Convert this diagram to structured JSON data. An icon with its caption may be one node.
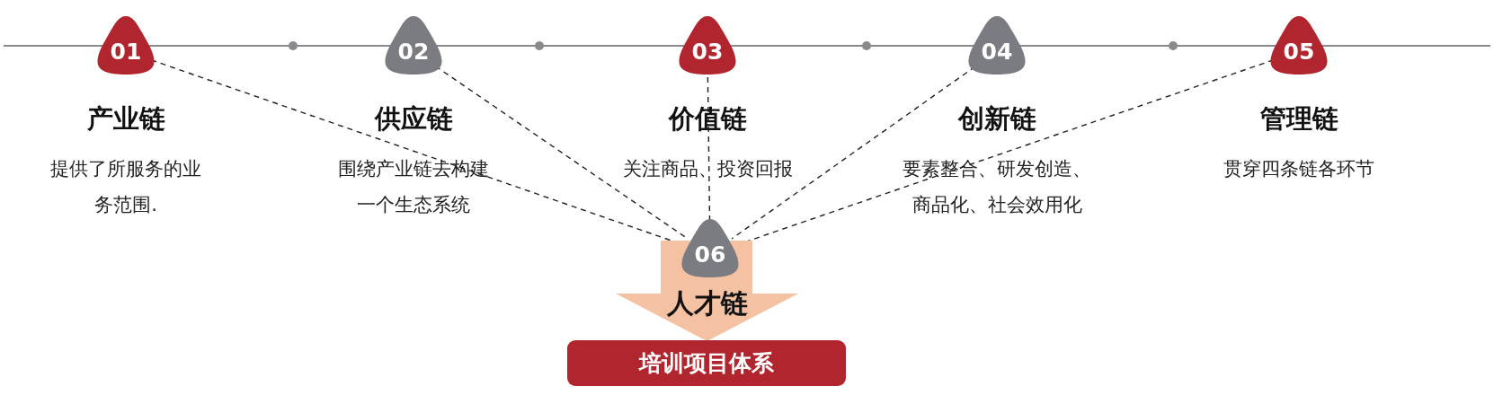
{
  "diagram": {
    "nodes": [
      {
        "text": [
          "01"
        ],
        "beside": [
          "产业链",
          "提供了所服务的业务范围."
        ]
      },
      {
        "text": [
          "02"
        ],
        "beside": [
          "供应链",
          "围绕产业链去构建一个生态系统"
        ]
      },
      {
        "text": [
          "03"
        ],
        "beside": [
          "价值链",
          "关注商品、投资回报"
        ]
      },
      {
        "text": [
          "04"
        ],
        "beside": [
          "创新链",
          "要素整合、研发创造、商品化、社会效用化"
        ]
      },
      {
        "text": [
          "05"
        ],
        "beside": [
          "管理链",
          "贯穿四条链各环节"
        ]
      },
      {
        "text": [
          "06"
        ]
      },
      {
        "text": [
          "人才链"
        ]
      },
      {
        "text": [
          "培训项目体系"
        ]
      }
    ],
    "edges": [
      {
        "from": 0,
        "to": 5,
        "arrow": "none",
        "style": "dashed"
      },
      {
        "from": 1,
        "to": 5,
        "arrow": "none",
        "style": "dashed"
      },
      {
        "from": 2,
        "to": 5,
        "arrow": "none",
        "style": "dashed"
      },
      {
        "from": 3,
        "to": 5,
        "arrow": "none",
        "style": "dashed"
      },
      {
        "from": 4,
        "to": 5,
        "arrow": "none",
        "style": "dashed"
      }
    ]
  }
}
